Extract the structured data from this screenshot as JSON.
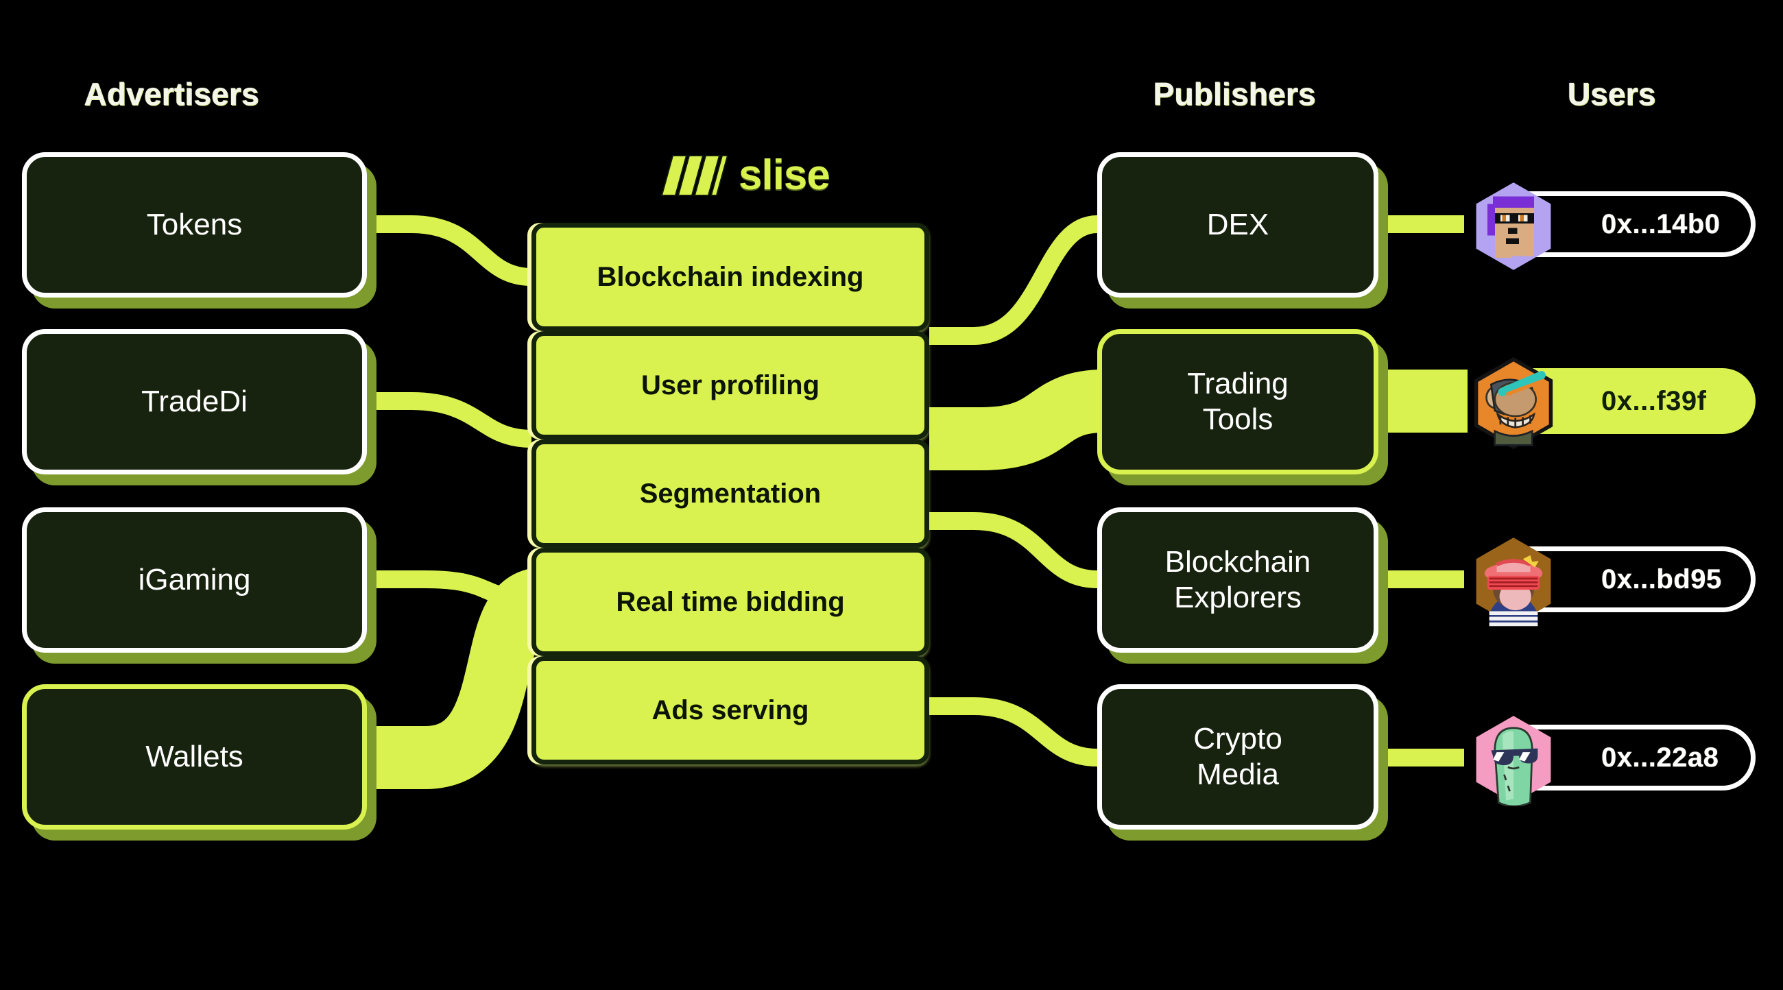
{
  "headers": {
    "advertisers": "Advertisers",
    "publishers": "Publishers",
    "users": "Users"
  },
  "brand": {
    "name": "slise",
    "logo_icon": "slise-bars-icon",
    "accent": "#d9f24f",
    "dark": "#17230f",
    "shadow_green": "#7e9c2e",
    "background": "#000000"
  },
  "advertisers": [
    {
      "label": "Tokens",
      "highlighted": false
    },
    {
      "label": "TradeDi",
      "highlighted": false
    },
    {
      "label": "iGaming",
      "highlighted": false
    },
    {
      "label": "Wallets",
      "highlighted": true
    }
  ],
  "pipeline": [
    {
      "label": "Blockchain indexing"
    },
    {
      "label": "User profiling"
    },
    {
      "label": "Segmentation"
    },
    {
      "label": "Real time bidding"
    },
    {
      "label": "Ads serving"
    }
  ],
  "publishers": [
    {
      "label": "DEX",
      "highlighted": false
    },
    {
      "label": "Trading\nTools",
      "highlighted": true
    },
    {
      "label": "Blockchain\nExplorers",
      "highlighted": false
    },
    {
      "label": "Crypto\nMedia",
      "highlighted": false
    }
  ],
  "users": [
    {
      "address": "0x...14b0",
      "avatar": "cryptopunk-purple-hair-avatar",
      "highlighted": false
    },
    {
      "address": "0x...f39f",
      "avatar": "bored-ape-orange-laser-avatar",
      "highlighted": true
    },
    {
      "address": "0x...bd95",
      "avatar": "ape-pink-hat-shutter-shades-avatar",
      "highlighted": false
    },
    {
      "address": "0x...22a8",
      "avatar": "green-pickle-sunglasses-avatar",
      "highlighted": false
    }
  ]
}
